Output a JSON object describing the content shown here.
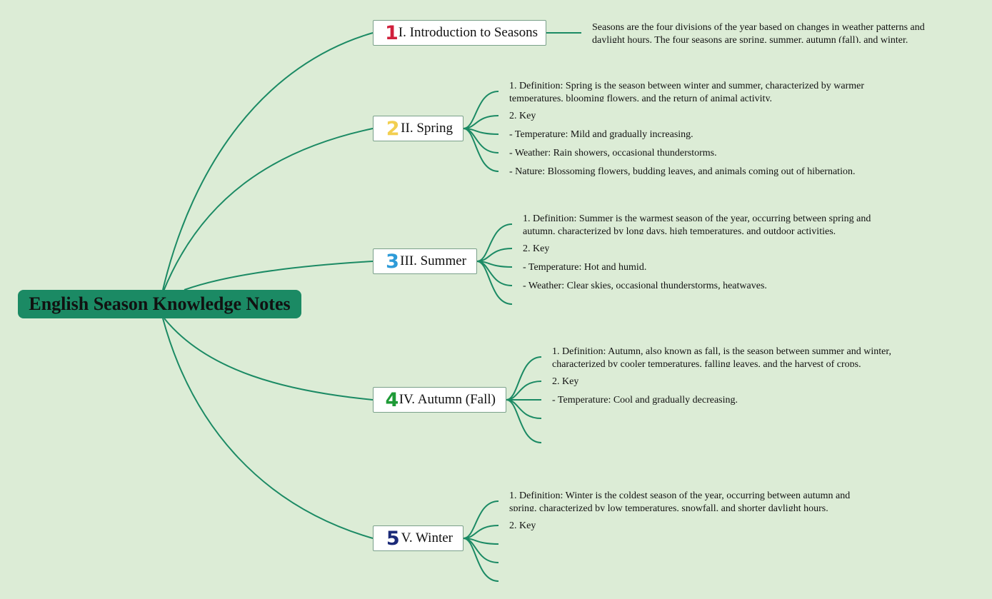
{
  "root": {
    "title": "English Season Knowledge Notes"
  },
  "colors": {
    "background": "#dcecd6",
    "line": "#1b8a64",
    "root_fill": "#1b8a64",
    "num_1": "#d0203c",
    "num_2": "#f2cf50",
    "num_3": "#2e9bd8",
    "num_4": "#1e9a36",
    "num_5": "#1b2a78"
  },
  "topics": [
    {
      "number": "1",
      "label": "I. Introduction to Seasons",
      "details": [
        "Seasons are the four divisions of the year based on changes in weather patterns and daylight hours. The four seasons are spring, summer, autumn (fall), and winter."
      ]
    },
    {
      "number": "2",
      "label": "II. Spring",
      "details": [
        "1. Definition: Spring is the season between winter and summer, characterized by warmer temperatures, blooming flowers, and the return of animal activity.",
        "2. Key",
        "- Temperature: Mild and gradually increasing.",
        "- Weather: Rain showers, occasional thunderstorms.",
        "- Nature: Blossoming flowers, budding leaves, and animals coming out of hibernation."
      ]
    },
    {
      "number": "3",
      "label": "III. Summer",
      "details": [
        "1. Definition: Summer is the warmest season of the year, occurring between spring and autumn, characterized by long days, high temperatures, and outdoor activities.",
        "2. Key",
        "- Temperature: Hot and humid.",
        "- Weather: Clear skies, occasional thunderstorms, heatwaves.",
        ""
      ]
    },
    {
      "number": "4",
      "label": "IV. Autumn (Fall)",
      "details": [
        "1. Definition: Autumn, also known as fall, is the season between summer and winter, characterized by cooler temperatures, falling leaves, and the harvest of crops.",
        "2. Key",
        "- Temperature: Cool and gradually decreasing.",
        "",
        ""
      ]
    },
    {
      "number": "5",
      "label": "V. Winter",
      "details": [
        "1. Definition: Winter is the coldest season of the year, occurring between autumn and spring, characterized by low temperatures, snowfall, and shorter daylight hours.",
        "2. Key",
        "",
        "",
        ""
      ]
    }
  ]
}
